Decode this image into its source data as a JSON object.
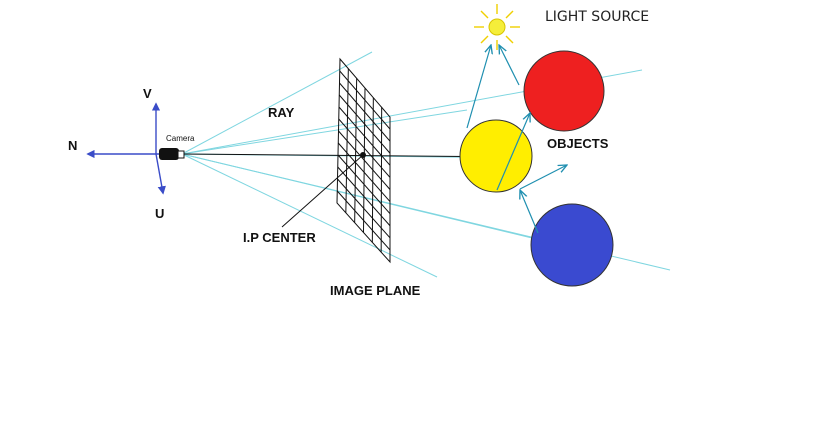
{
  "labels": {
    "light_source": "LIGHT SOURCE",
    "ray": "RAY",
    "camera": "Camera",
    "axis_n": "N",
    "axis_v": "V",
    "axis_u": "U",
    "objects": "OBJECTS",
    "ip_center": "I.P CENTER",
    "image_plane": "IMAGE PLANE"
  },
  "colors": {
    "ray": "#7fd6e0",
    "axis": "#3a4cc8",
    "reflection": "#1f8fb0",
    "sun": "#f5ee3a",
    "sun_rays": "#f0d000",
    "red_object": "#ee2020",
    "yellow_object": "#ffee00",
    "blue_object": "#3a4ad0",
    "grid": "#111111"
  },
  "objects": [
    {
      "name": "red-sphere",
      "color": "red"
    },
    {
      "name": "yellow-sphere",
      "color": "yellow"
    },
    {
      "name": "blue-sphere",
      "color": "blue"
    }
  ]
}
